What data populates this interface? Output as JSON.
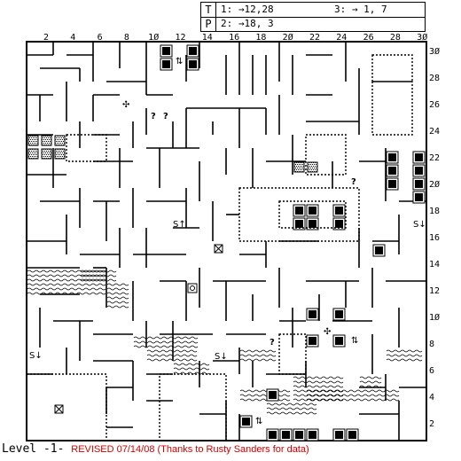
{
  "legend": {
    "teleport_label": "T",
    "teleport_1": "1: →12,28",
    "teleport_3": "3: → 1, 7",
    "pit_label": "P",
    "pit_2": "2: →18, 3"
  },
  "axis": {
    "x_labels": [
      "2",
      "4",
      "6",
      "8",
      "1Ø",
      "12",
      "14",
      "16",
      "18",
      "2Ø",
      "22",
      "24",
      "26",
      "28",
      "3Ø"
    ],
    "y_labels": [
      "3Ø",
      "28",
      "26",
      "24",
      "22",
      "2Ø",
      "18",
      "16",
      "14",
      "12",
      "1Ø",
      "8",
      "6",
      "4",
      "2"
    ]
  },
  "markers": {
    "question": "?",
    "stairs_down": "S↓",
    "stairs_up": "S↑",
    "teleport_updown": "⇅"
  },
  "footer": {
    "level": "Level  -1-",
    "note": "REVISED 07/14/08 (Thanks to Rusty Sanders for data)"
  },
  "colors": {
    "wall": "#000000",
    "floor": "#ffffff",
    "note": "#d00000"
  }
}
